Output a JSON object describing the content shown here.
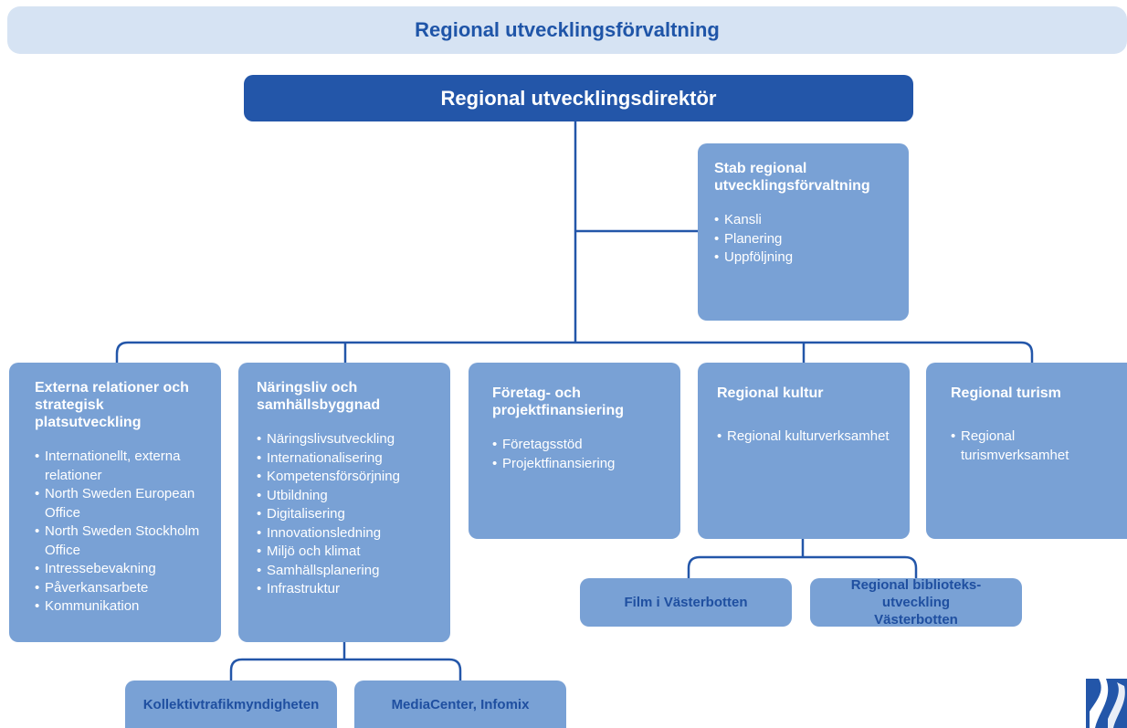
{
  "header": {
    "title": "Regional utvecklingsförvaltning"
  },
  "director": {
    "title": "Regional utvecklingsdirektör"
  },
  "staff": {
    "title": "Stab regional utvecklingsförvaltning",
    "items": [
      "Kansli",
      "Planering",
      "Uppföljning"
    ]
  },
  "departments": [
    {
      "title": "Externa relationer och strategisk platsutveckling",
      "items": [
        "Internationellt, externa relationer",
        "North Sweden European Office",
        "North Sweden Stockholm Office",
        "Intressebevakning",
        "Påverkansarbete",
        "Kommunikation"
      ]
    },
    {
      "title": "Näringsliv och samhällsbyggnad",
      "items": [
        "Näringslivsutveckling",
        "Internationalisering",
        "Kompetensförsörjning",
        "Utbildning",
        "Digitalisering",
        "Innovationsledning",
        "Miljö och klimat",
        "Samhällsplanering",
        "Infrastruktur"
      ]
    },
    {
      "title": "Företag- och projektfinansiering",
      "items": [
        "Företagsstöd",
        "Projektfinansiering"
      ]
    },
    {
      "title": "Regional kultur",
      "items": [
        "Regional kulturverksamhet"
      ]
    },
    {
      "title": "Regional turism",
      "items": [
        "Regional turismverksamhet"
      ]
    }
  ],
  "units": {
    "kollektiv": "Kollektivtrafikmyndigheten",
    "mediacenter": "MediaCenter, Infomix",
    "film": "Film i Västerbotten",
    "bibliotek": "Regional biblioteks-utveckling Västerbotten"
  },
  "colors": {
    "dark": "#2356a9",
    "box": "#79a1d5",
    "banner": "#d6e3f3",
    "line": "#2356a9"
  }
}
